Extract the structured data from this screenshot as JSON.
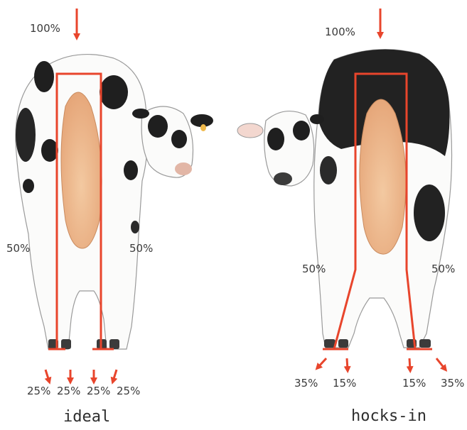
{
  "ideal": {
    "top_percent": "100%",
    "left_side_percent": "50%",
    "right_side_percent": "50%",
    "hoof_percents": [
      "25%",
      "25%",
      "25%",
      "25%"
    ],
    "caption": "ideal"
  },
  "hocks_in": {
    "top_percent": "100%",
    "left_side_percent": "50%",
    "right_side_percent": "50%",
    "hoof_percents": [
      "35%",
      "15%",
      "15%",
      "35%"
    ],
    "caption": "hocks-in"
  },
  "colors": {
    "guide_line": "#e8452c",
    "arrow": "#e8452c",
    "spot": "#1f1f1f",
    "udder": "#f0c49a"
  }
}
